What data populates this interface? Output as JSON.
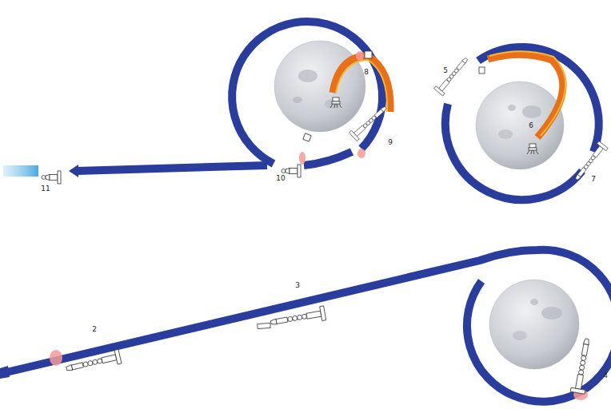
{
  "diagram": {
    "labels": [
      "2",
      "3",
      "4",
      "5",
      "6",
      "7",
      "8",
      "9",
      "10",
      "11"
    ]
  }
}
